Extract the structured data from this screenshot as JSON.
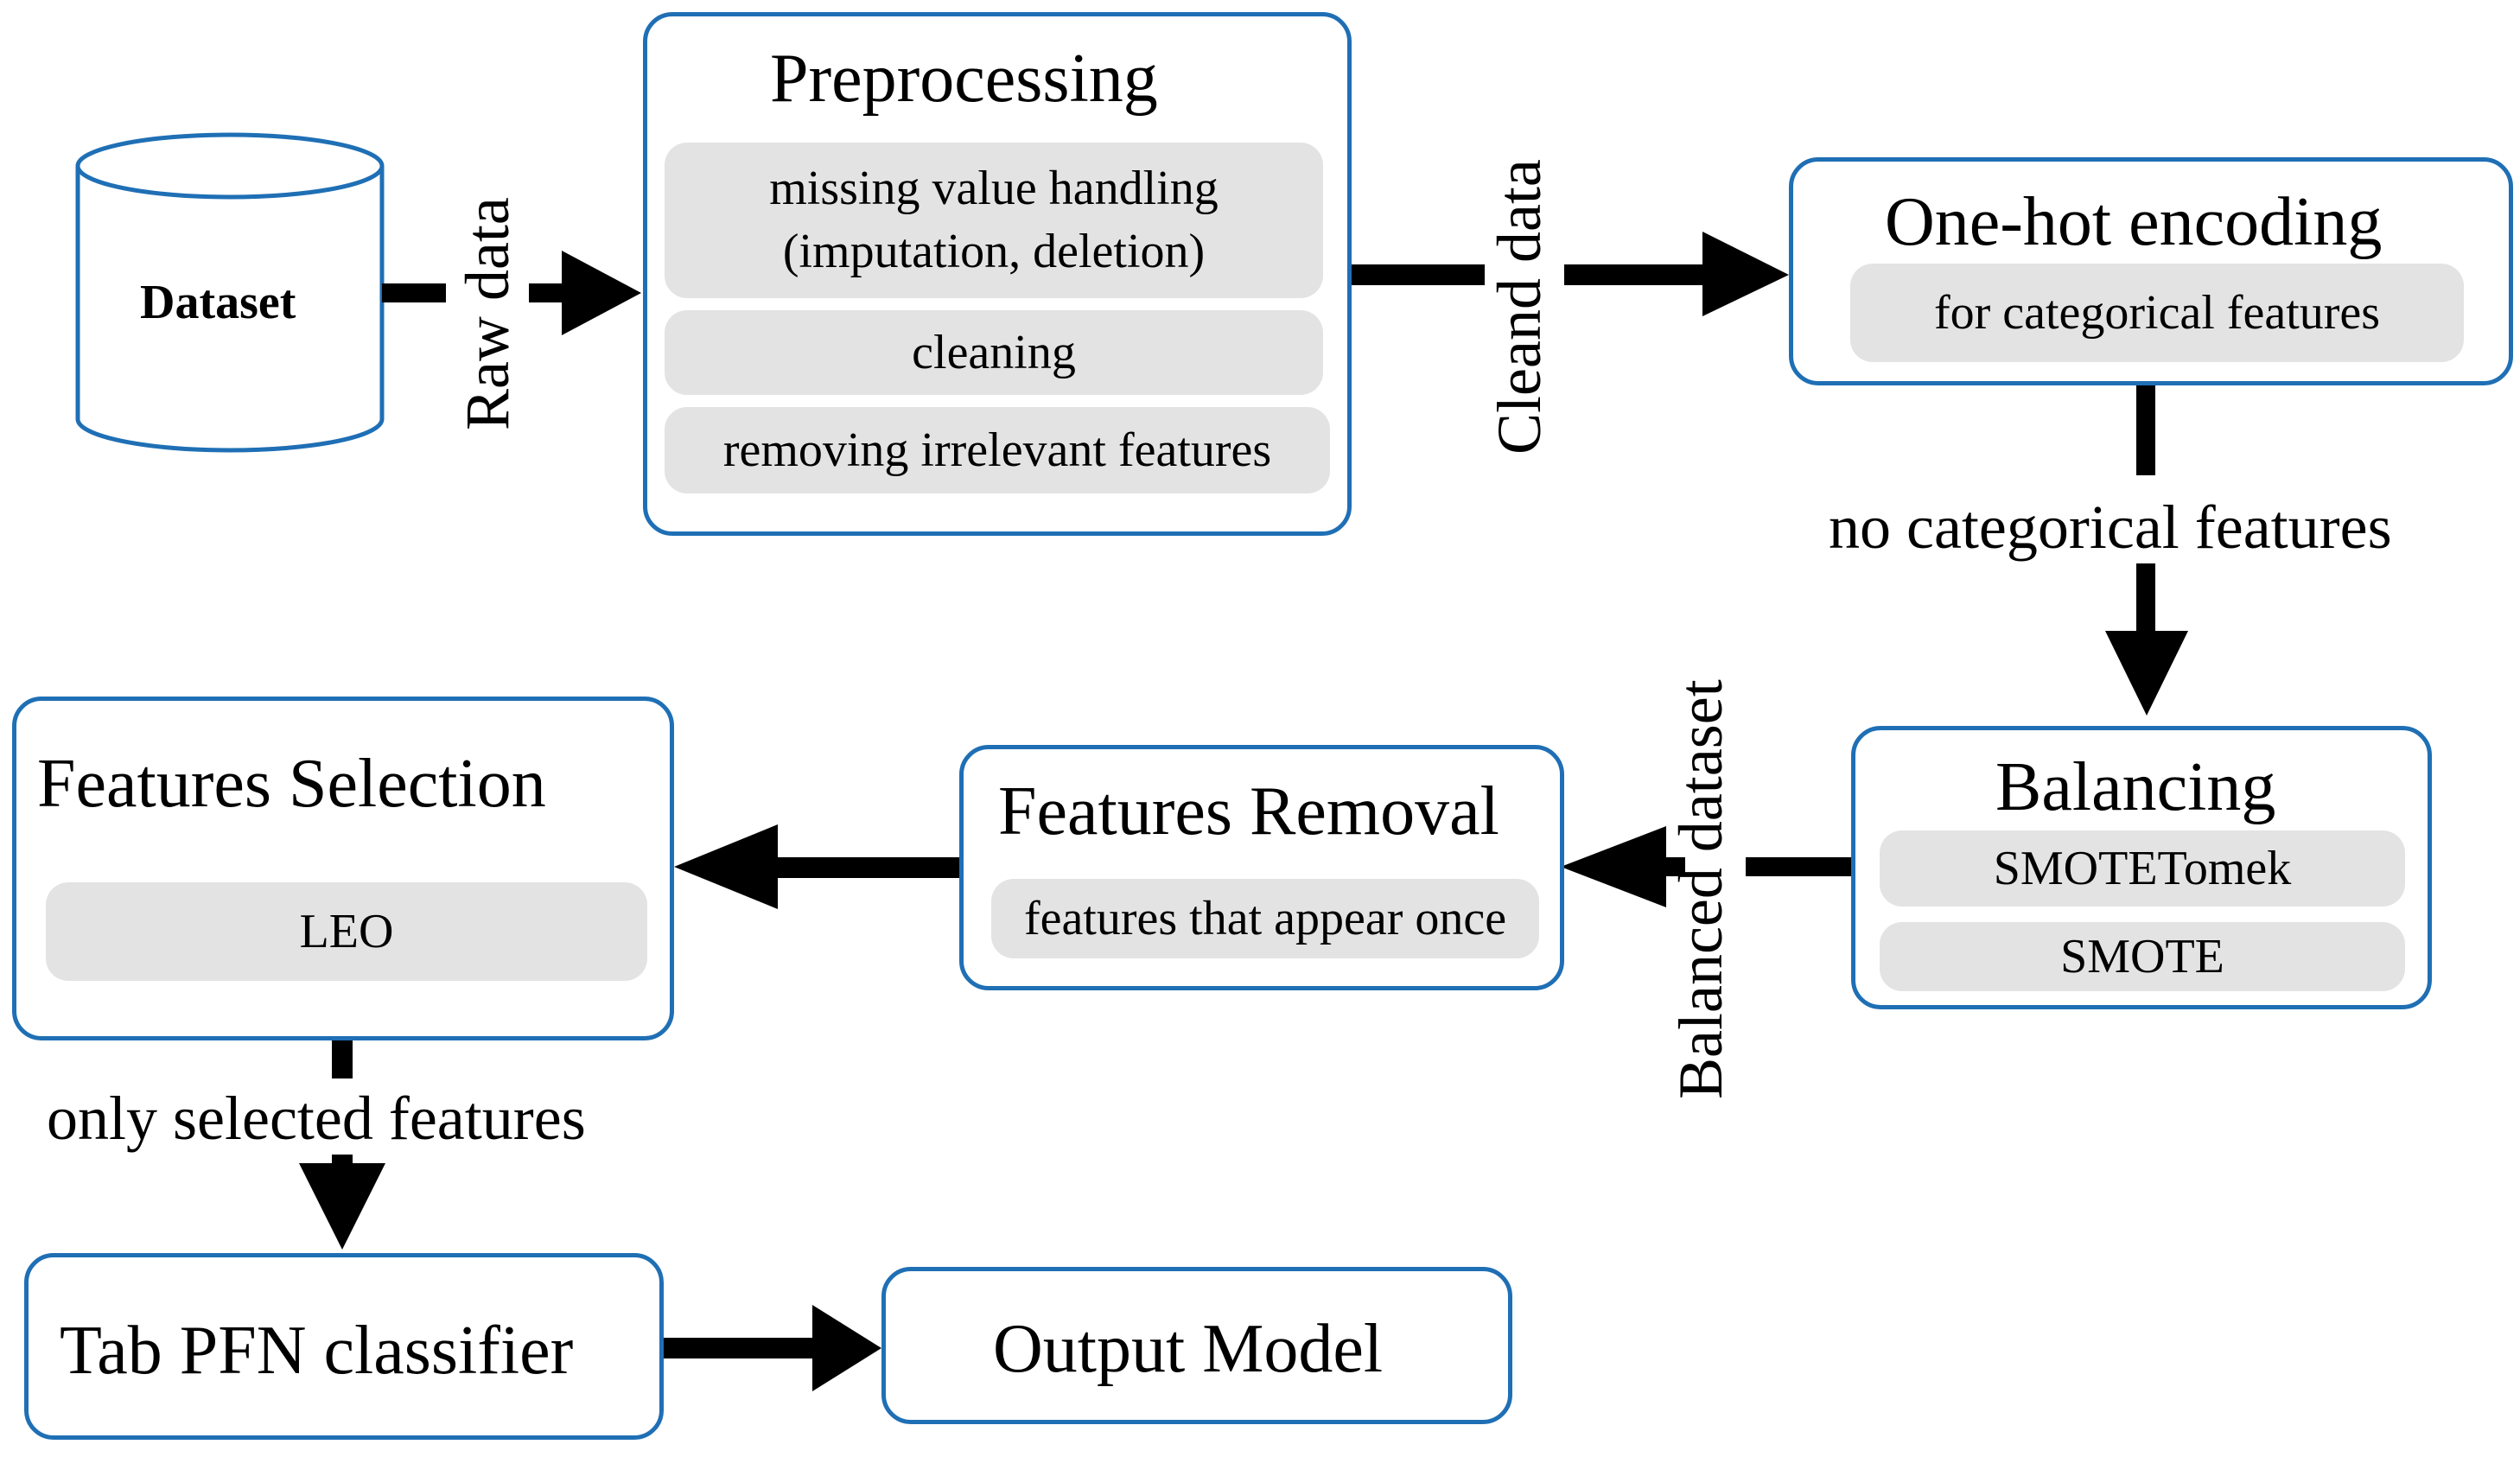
{
  "dataset": {
    "label": "Dataset"
  },
  "preprocessing": {
    "title": "Preprocessing",
    "steps": [
      "missing value handling",
      "(imputation, deletion)",
      "cleaning",
      "removing irrelevant features"
    ]
  },
  "one_hot": {
    "title": "One-hot encoding",
    "step": "for categorical features"
  },
  "balancing": {
    "title": "Balancing",
    "steps": [
      "SMOTETomek",
      "SMOTE"
    ]
  },
  "features_removal": {
    "title": "Features Removal",
    "step": "features that appear once"
  },
  "features_selection": {
    "title": "Features Selection",
    "step": "LEO"
  },
  "classifier": {
    "title": "Tab PFN classifier"
  },
  "output": {
    "title": "Output Model"
  },
  "edges": {
    "raw_data": "Raw data",
    "cleand_data": "Cleand data",
    "no_categorical": "no categorical features",
    "balanced_dataset": "Balanced dataset",
    "only_selected": "only selected features"
  },
  "colors": {
    "box_border": "#1f6fb5",
    "pill_fill": "#e3e3e3",
    "arrow": "#000000"
  }
}
